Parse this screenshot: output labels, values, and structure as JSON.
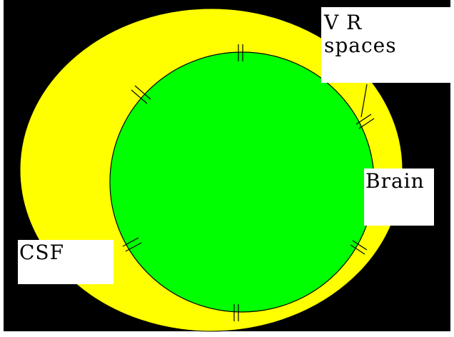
{
  "diagram": {
    "labels": {
      "vr_spaces": "V R\nspaces",
      "brain": "Brain",
      "csf": "CSF"
    },
    "colors": {
      "background": "#000000",
      "csf_fill": "#ffff00",
      "brain_fill": "#00ff00",
      "outline": "#000000",
      "label_box": "#ffffff"
    }
  }
}
